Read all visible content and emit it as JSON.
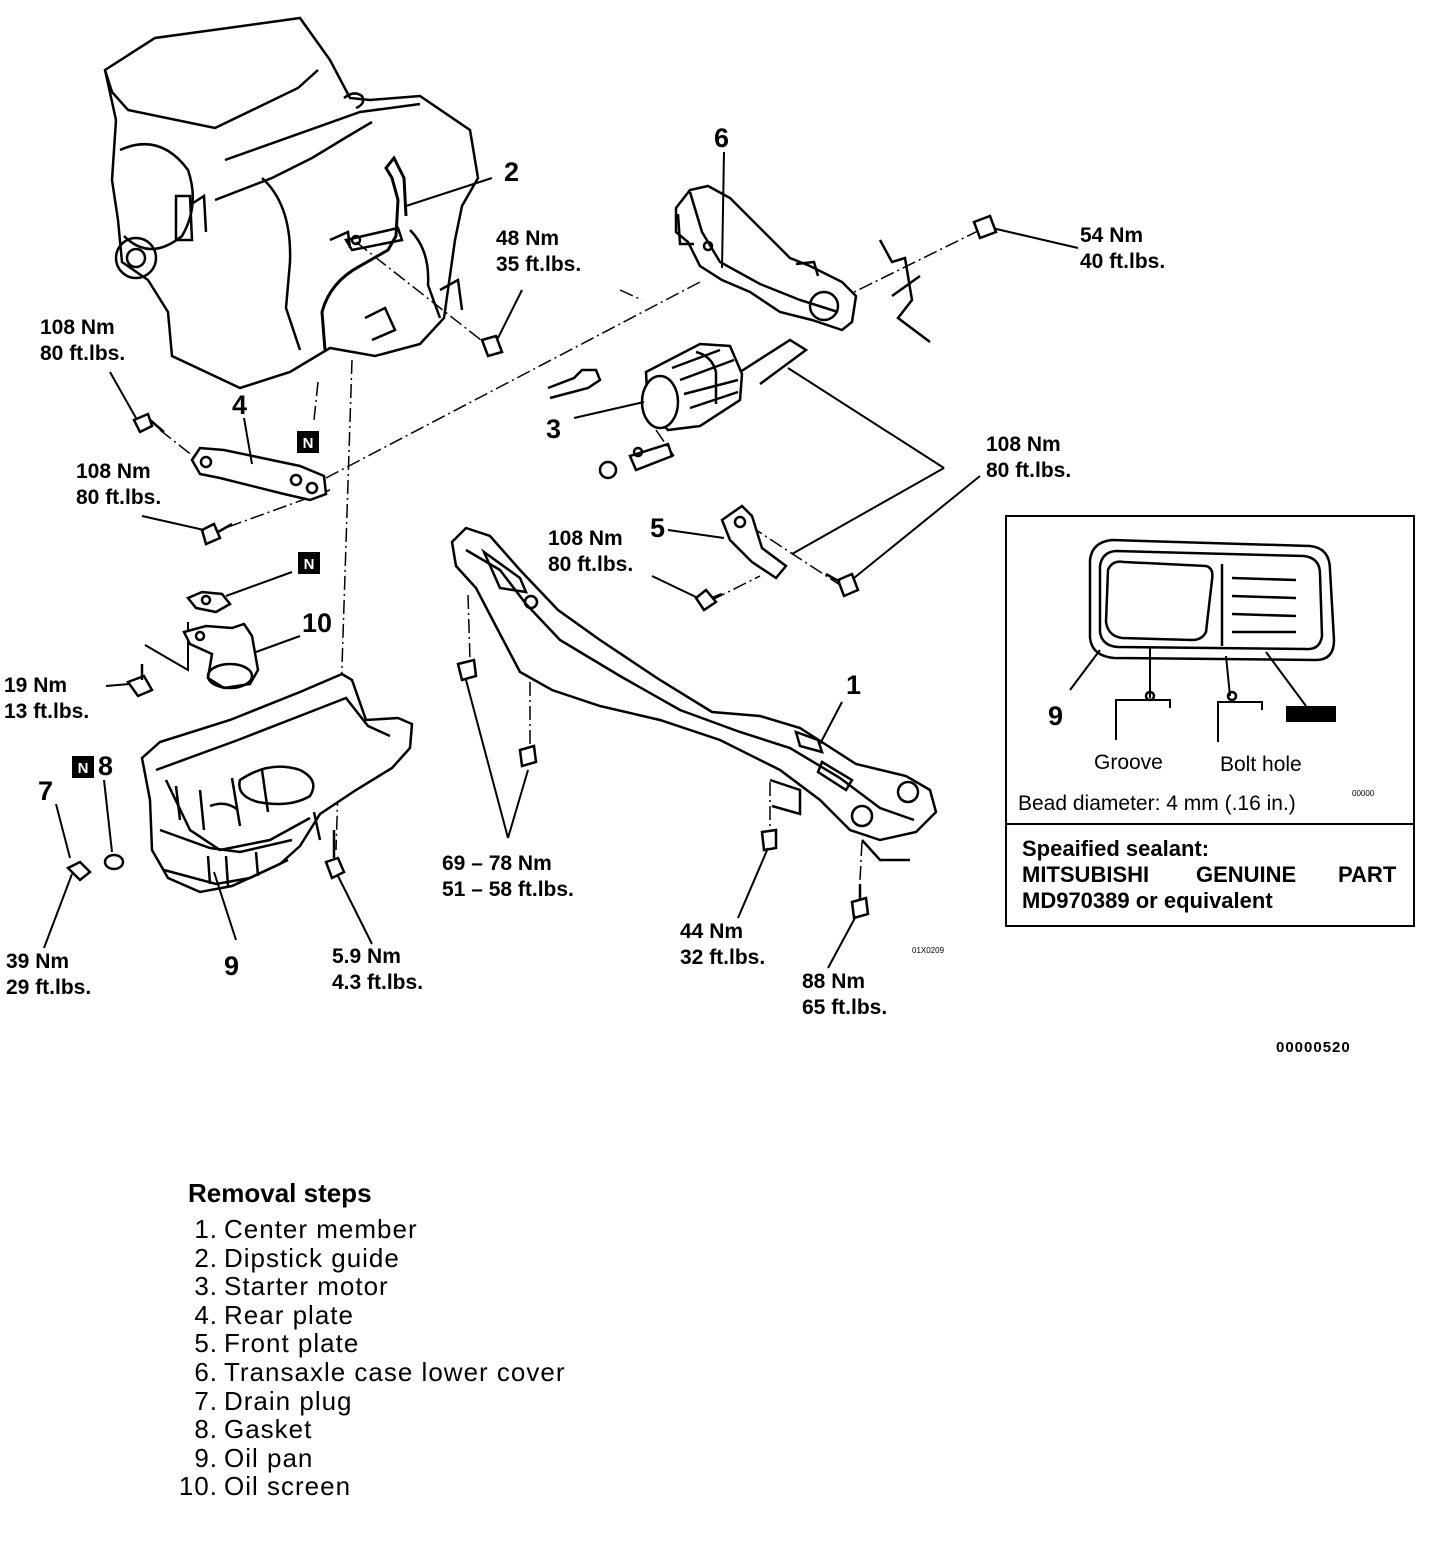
{
  "callouts": {
    "p1": "1",
    "p2": "2",
    "p3": "3",
    "p4": "4",
    "p5": "5",
    "p6": "6",
    "p7": "7",
    "p8": "8",
    "p9": "9",
    "p10": "10",
    "p9box": "9"
  },
  "torque": {
    "t48": [
      "48 Nm",
      "35 ft.lbs."
    ],
    "t54": [
      "54 Nm",
      "40 ft.lbs."
    ],
    "t108a": [
      "108 Nm",
      "80 ft.lbs."
    ],
    "t108b": [
      "108 Nm",
      "80 ft.lbs."
    ],
    "t108c": [
      "108 Nm",
      "80 ft.lbs."
    ],
    "t108d": [
      "108 Nm",
      "80 ft.lbs."
    ],
    "t19": [
      "19 Nm",
      "13 ft.lbs."
    ],
    "t39": [
      "39 Nm",
      "29 ft.lbs."
    ],
    "t59": [
      "5.9 Nm",
      "4.3 ft.lbs."
    ],
    "t69": [
      "69 – 78 Nm",
      "51 – 58 ft.lbs."
    ],
    "t44": [
      "44 Nm",
      "32 ft.lbs."
    ],
    "t88": [
      "88 Nm",
      "65 ft.lbs."
    ]
  },
  "marker_letter": "N",
  "figure_code": "01X0209",
  "box_code": "00000",
  "image_number": "00000520",
  "sealant_box": {
    "groove": "Groove",
    "bolt_hole": "Bolt hole",
    "bead": "Bead diameter: 4 mm (.16 in.)",
    "spec_line1": "Speaified sealant:",
    "spec_w1": "MITSUBISHI",
    "spec_w2": "GENUINE",
    "spec_w3": "PART",
    "spec_line3": "MD970389 or equivalent"
  },
  "removal": {
    "title": "Removal steps",
    "steps": [
      {
        "n": "1.",
        "label": "Center member"
      },
      {
        "n": "2.",
        "label": "Dipstick guide"
      },
      {
        "n": "3.",
        "label": "Starter motor"
      },
      {
        "n": "4.",
        "label": "Rear plate"
      },
      {
        "n": "5.",
        "label": "Front plate"
      },
      {
        "n": "6.",
        "label": "Transaxle case lower cover"
      },
      {
        "n": "7.",
        "label": "Drain plug"
      },
      {
        "n": "8.",
        "label": "Gasket"
      },
      {
        "n": "9.",
        "label": "Oil pan"
      },
      {
        "n": "10.",
        "label": "Oil screen"
      }
    ]
  }
}
